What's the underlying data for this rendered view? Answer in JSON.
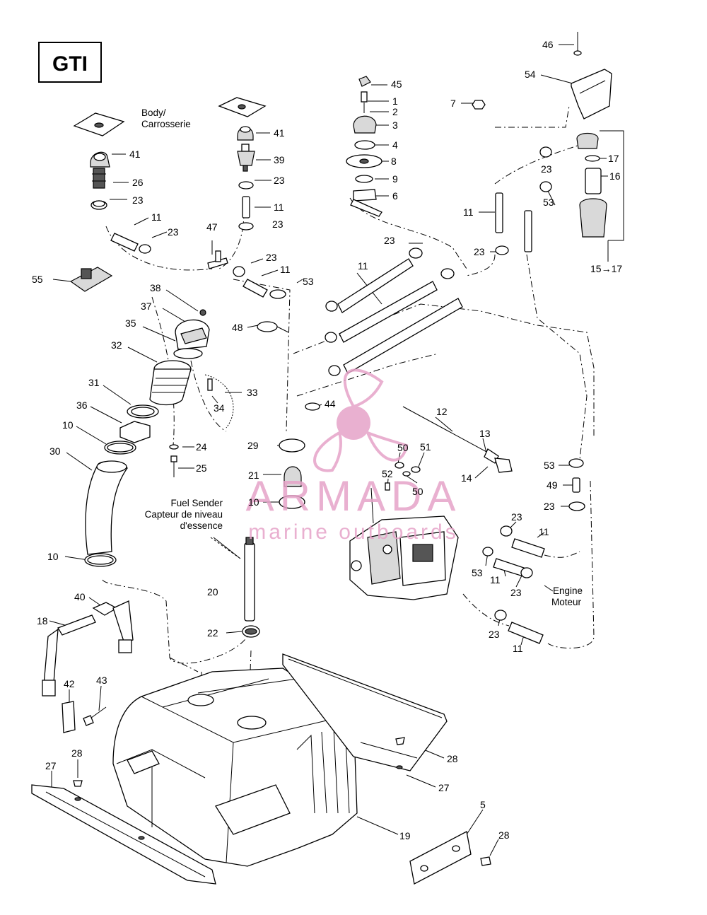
{
  "model_badge": "GTI",
  "captions": {
    "body": [
      "Body/",
      "Carrosserie"
    ],
    "fuel_sender": [
      "Fuel Sender",
      "Capteur de niveau",
      "d'essence"
    ],
    "engine": [
      "Engine",
      "Moteur"
    ]
  },
  "watermark": {
    "name": "ARMADA",
    "tagline": "marine outboards",
    "color": "#e6a3c8"
  },
  "callouts": {
    "p46": "46",
    "p54": "54",
    "p45": "45",
    "p1": "1",
    "p2": "2",
    "p3": "3",
    "p4": "4",
    "p8": "8",
    "p9": "9",
    "p6": "6",
    "p7": "7",
    "p17": "17",
    "p16": "16",
    "p23_r1": "23",
    "p53_r1": "53",
    "p11_r1": "11",
    "p15_17": "15→17",
    "p23_r2": "23",
    "p41_l": "41",
    "p26": "26",
    "p23_l": "23",
    "p11_l": "11",
    "p23_l2": "23",
    "p41_c": "41",
    "p39": "39",
    "p23_c1": "23",
    "p11_c": "11",
    "p23_c2": "23",
    "p47": "47",
    "p23_c3": "23",
    "p11_c2": "11",
    "p53_c": "53",
    "p23_c4": "23",
    "p11_c3": "11",
    "p55": "55",
    "p38": "38",
    "p37": "37",
    "p35": "35",
    "p48": "48",
    "p32": "32",
    "p33": "33",
    "p34": "34",
    "p31": "31",
    "p36": "36",
    "p10_a": "10",
    "p30": "30",
    "p24": "24",
    "p25": "25",
    "p29": "29",
    "p44": "44",
    "p12": "12",
    "p13": "13",
    "p14": "14",
    "p50_a": "50",
    "p51": "51",
    "p52": "52",
    "p50_b": "50",
    "p21": "21",
    "p10_b": "10",
    "p53_r2": "53",
    "p49": "49",
    "p23_r3": "23",
    "p23_e1": "23",
    "p11_e1": "11",
    "p53_e": "53",
    "p11_e2": "11",
    "p23_e2": "23",
    "p10_c": "10",
    "p20": "20",
    "p22": "22",
    "p23_e3": "23",
    "p11_e3": "11",
    "p40": "40",
    "p18": "18",
    "p42": "42",
    "p43": "43",
    "p28_a": "28",
    "p27_a": "27",
    "p28_b": "28",
    "p27_b": "27",
    "p19": "19",
    "p5": "5",
    "p28_c": "28"
  }
}
